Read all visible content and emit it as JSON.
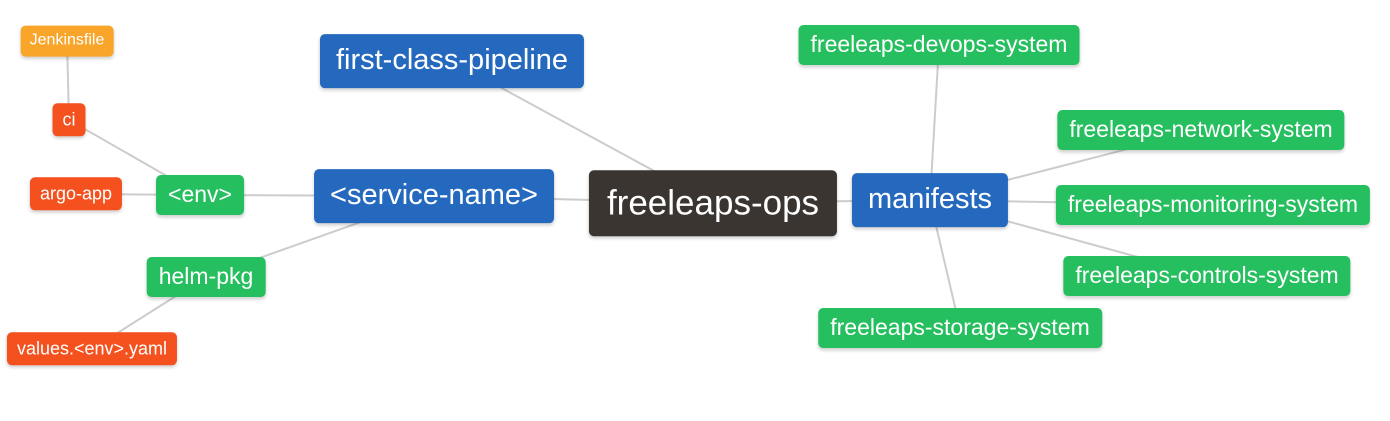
{
  "diagram": {
    "type": "mindmap",
    "root_label": "freeleaps-ops"
  },
  "palette": {
    "background": "#ffffff",
    "root_node": "#3a3531",
    "branch_blue": "#2569be",
    "node_green": "#26bf5f",
    "node_red": "#f4511e",
    "node_orange": "#f9a52a",
    "edge_line": "#cccccc",
    "node_text": "#ffffff"
  },
  "nodes": [
    {
      "id": "freeleaps-ops",
      "label": "freeleaps-ops",
      "color": "root"
    },
    {
      "id": "first-class-pipeline",
      "label": "first-class-pipeline",
      "color": "blue"
    },
    {
      "id": "service-name",
      "label": "<service-name>",
      "color": "blue"
    },
    {
      "id": "manifests",
      "label": "manifests",
      "color": "blue"
    },
    {
      "id": "env",
      "label": "<env>",
      "color": "green"
    },
    {
      "id": "helm-pkg",
      "label": "helm-pkg",
      "color": "green"
    },
    {
      "id": "ci",
      "label": "ci",
      "color": "red"
    },
    {
      "id": "argo-app",
      "label": "argo-app",
      "color": "red"
    },
    {
      "id": "values-env-yaml",
      "label": "values.<env>.yaml",
      "color": "red"
    },
    {
      "id": "jenkinsfile",
      "label": "Jenkinsfile",
      "color": "orange"
    },
    {
      "id": "freeleaps-devops-system",
      "label": "freeleaps-devops-system",
      "color": "green"
    },
    {
      "id": "freeleaps-network-system",
      "label": "freeleaps-network-system",
      "color": "green"
    },
    {
      "id": "freeleaps-monitoring-system",
      "label": "freeleaps-monitoring-system",
      "color": "green"
    },
    {
      "id": "freeleaps-controls-system",
      "label": "freeleaps-controls-system",
      "color": "green"
    },
    {
      "id": "freeleaps-storage-system",
      "label": "freeleaps-storage-system",
      "color": "green"
    }
  ],
  "edges": [
    [
      "freeleaps-ops",
      "first-class-pipeline"
    ],
    [
      "freeleaps-ops",
      "service-name"
    ],
    [
      "freeleaps-ops",
      "manifests"
    ],
    [
      "service-name",
      "env"
    ],
    [
      "service-name",
      "helm-pkg"
    ],
    [
      "env",
      "ci"
    ],
    [
      "env",
      "argo-app"
    ],
    [
      "ci",
      "jenkinsfile"
    ],
    [
      "helm-pkg",
      "values-env-yaml"
    ],
    [
      "manifests",
      "freeleaps-devops-system"
    ],
    [
      "manifests",
      "freeleaps-network-system"
    ],
    [
      "manifests",
      "freeleaps-monitoring-system"
    ],
    [
      "manifests",
      "freeleaps-controls-system"
    ],
    [
      "manifests",
      "freeleaps-storage-system"
    ]
  ]
}
